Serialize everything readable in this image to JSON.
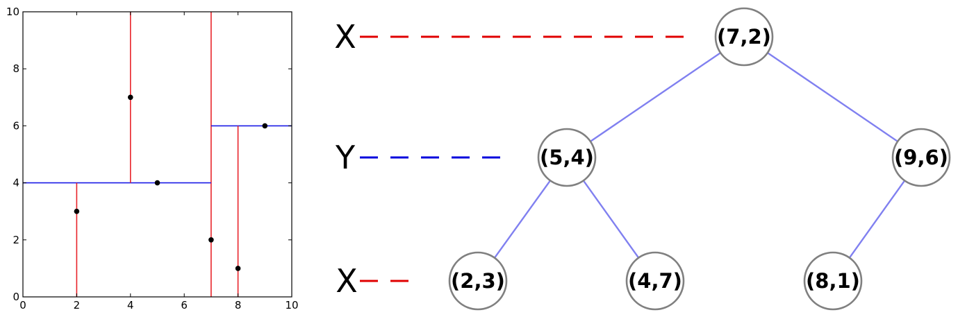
{
  "chart_data": {
    "type": "scatter",
    "xlim": [
      0,
      10
    ],
    "ylim": [
      0,
      10
    ],
    "x_ticks": [
      "0",
      "2",
      "4",
      "6",
      "8",
      "10"
    ],
    "y_ticks": [
      "0",
      "2",
      "4",
      "6",
      "8",
      "10"
    ],
    "points": [
      {
        "x": 2,
        "y": 3
      },
      {
        "x": 4,
        "y": 7
      },
      {
        "x": 5,
        "y": 4
      },
      {
        "x": 7,
        "y": 2
      },
      {
        "x": 8,
        "y": 1
      },
      {
        "x": 9,
        "y": 6
      }
    ],
    "splits": [
      {
        "axis": "x",
        "value": 7,
        "from": 0,
        "to": 10
      },
      {
        "axis": "y",
        "value": 4,
        "from": 0,
        "to": 7
      },
      {
        "axis": "y",
        "value": 6,
        "from": 7,
        "to": 10
      },
      {
        "axis": "x",
        "value": 2,
        "from": 0,
        "to": 4
      },
      {
        "axis": "x",
        "value": 4,
        "from": 4,
        "to": 10
      },
      {
        "axis": "x",
        "value": 8,
        "from": 0,
        "to": 6
      }
    ],
    "colors": {
      "x_split": "#e8232a",
      "y_split": "#1a1ae6",
      "points": "#000000"
    }
  },
  "tree": {
    "levels": [
      {
        "label": "X",
        "color": "#e00000"
      },
      {
        "label": "Y",
        "color": "#0000dd"
      },
      {
        "label": "X",
        "color": "#e00000"
      }
    ],
    "nodes": [
      {
        "id": "n72",
        "label": "(7,2)"
      },
      {
        "id": "n54",
        "label": "(5,4)"
      },
      {
        "id": "n96",
        "label": "(9,6)"
      },
      {
        "id": "n23",
        "label": "(2,3)"
      },
      {
        "id": "n47",
        "label": "(4,7)"
      },
      {
        "id": "n81",
        "label": "(8,1)"
      }
    ],
    "edges": [
      {
        "from": "n72",
        "to": "n54"
      },
      {
        "from": "n72",
        "to": "n96"
      },
      {
        "from": "n54",
        "to": "n23"
      },
      {
        "from": "n54",
        "to": "n47"
      },
      {
        "from": "n96",
        "to": "n81"
      }
    ],
    "colors": {
      "edge": "#8080f0",
      "node_border": "#808080",
      "node_fill": "#ffffff"
    }
  }
}
